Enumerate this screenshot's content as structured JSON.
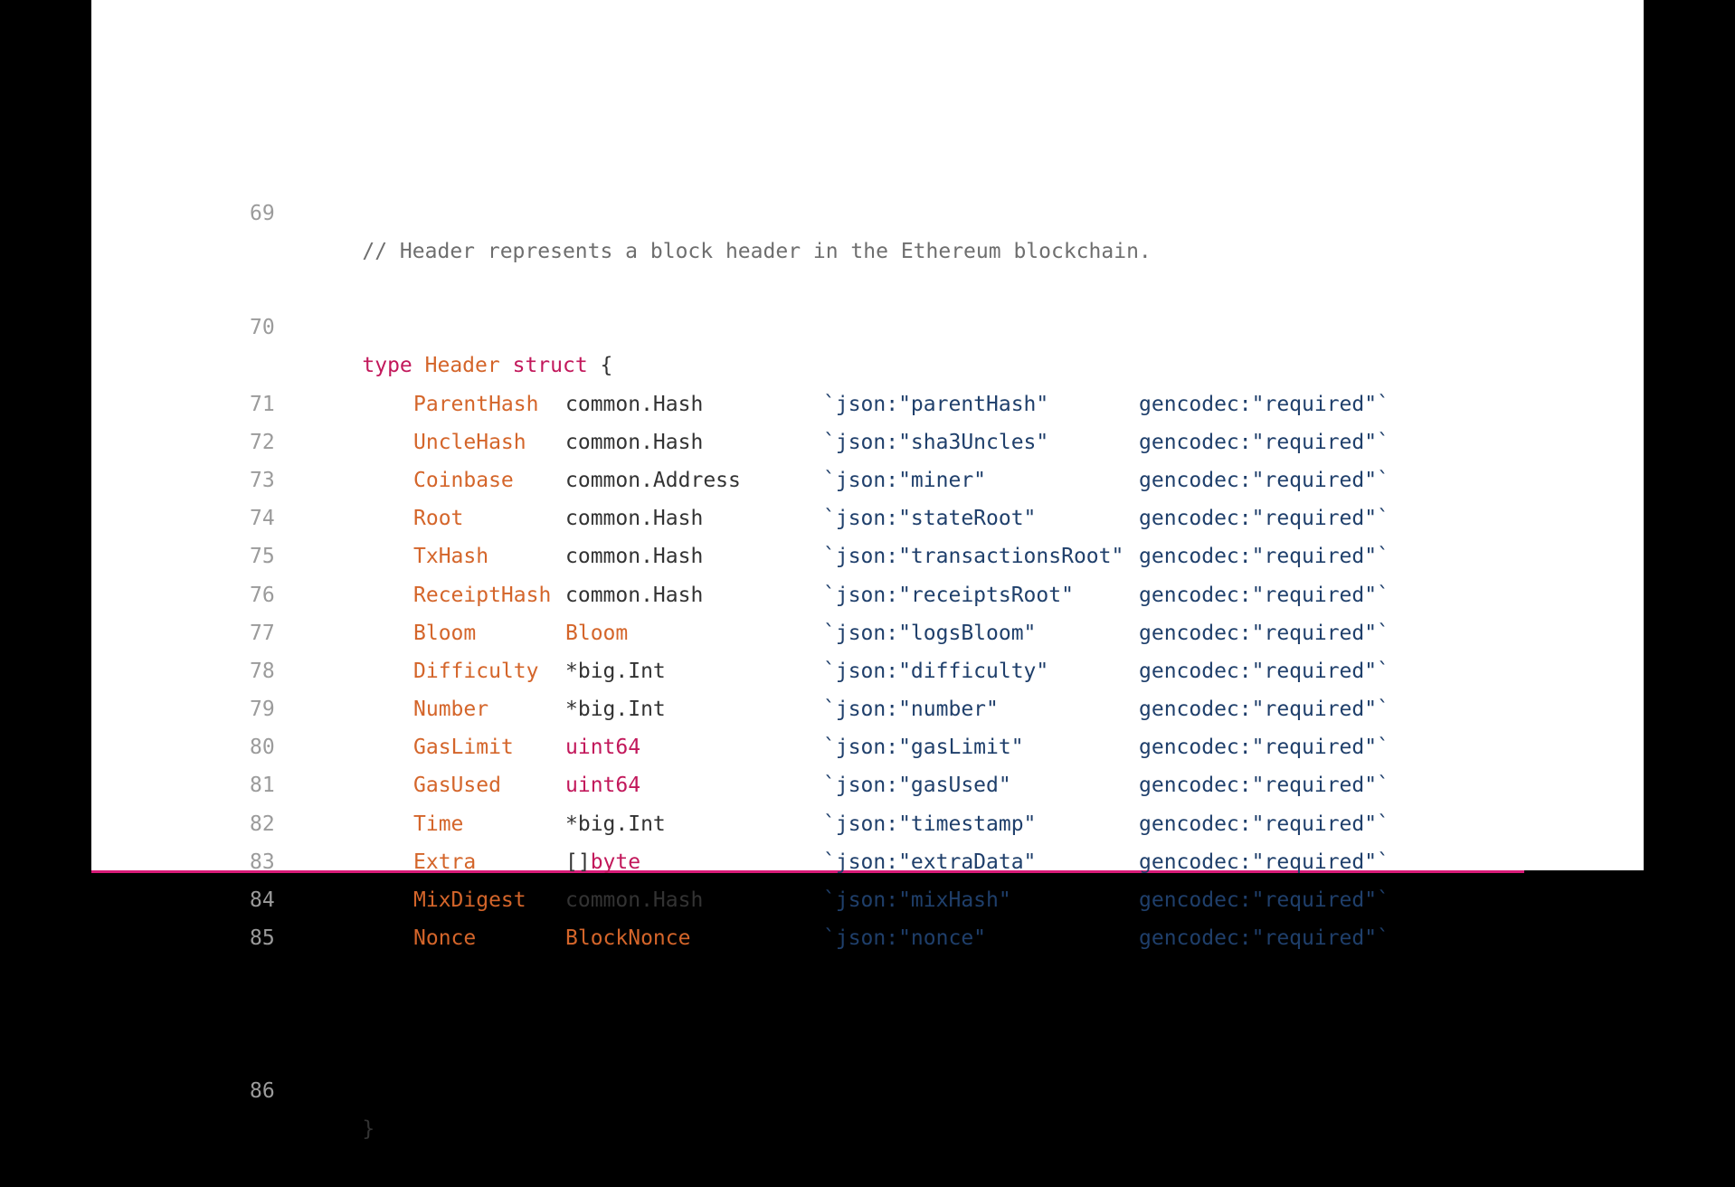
{
  "colors": {
    "background": "#ffffff",
    "frame": "#000000",
    "accent_line": "#d81b78",
    "line_number": "#9b9b9b",
    "comment": "#6e6e6e",
    "keyword": "#c2185b",
    "identifier": "#d4652a",
    "tag": "#1f3f6b",
    "text": "#333333"
  },
  "code": {
    "comment_line": {
      "number": "69",
      "text": "// Header represents a block header in the Ethereum blockchain."
    },
    "decl_line": {
      "number": "70",
      "kw_type": "type",
      "name": "Header",
      "kw_struct": "struct",
      "brace": "{"
    },
    "fields": [
      {
        "number": "71",
        "name": "ParentHash",
        "type": "common.Hash",
        "type_prefix": "",
        "type_color": "dark",
        "json": "`json:\"parentHash\"",
        "gencodec": "gencodec:\"required\"`"
      },
      {
        "number": "72",
        "name": "UncleHash",
        "type": "common.Hash",
        "type_prefix": "",
        "type_color": "dark",
        "json": "`json:\"sha3Uncles\"",
        "gencodec": "gencodec:\"required\"`"
      },
      {
        "number": "73",
        "name": "Coinbase",
        "type": "common.Address",
        "type_prefix": "",
        "type_color": "dark",
        "json": "`json:\"miner\"",
        "gencodec": "gencodec:\"required\"`"
      },
      {
        "number": "74",
        "name": "Root",
        "type": "common.Hash",
        "type_prefix": "",
        "type_color": "dark",
        "json": "`json:\"stateRoot\"",
        "gencodec": "gencodec:\"required\"`"
      },
      {
        "number": "75",
        "name": "TxHash",
        "type": "common.Hash",
        "type_prefix": "",
        "type_color": "dark",
        "json": "`json:\"transactionsRoot\"",
        "gencodec": "gencodec:\"required\"`"
      },
      {
        "number": "76",
        "name": "ReceiptHash",
        "type": "common.Hash",
        "type_prefix": "",
        "type_color": "dark",
        "json": "`json:\"receiptsRoot\"",
        "gencodec": "gencodec:\"required\"`"
      },
      {
        "number": "77",
        "name": "Bloom",
        "type": "Bloom",
        "type_prefix": "",
        "type_color": "orange",
        "json": "`json:\"logsBloom\"",
        "gencodec": "gencodec:\"required\"`"
      },
      {
        "number": "78",
        "name": "Difficulty",
        "type": "*big.Int",
        "type_prefix": "",
        "type_color": "dark",
        "json": "`json:\"difficulty\"",
        "gencodec": "gencodec:\"required\"`"
      },
      {
        "number": "79",
        "name": "Number",
        "type": "*big.Int",
        "type_prefix": "",
        "type_color": "dark",
        "json": "`json:\"number\"",
        "gencodec": "gencodec:\"required\"`"
      },
      {
        "number": "80",
        "name": "GasLimit",
        "type": "uint64",
        "type_prefix": "",
        "type_color": "pink",
        "json": "`json:\"gasLimit\"",
        "gencodec": "gencodec:\"required\"`"
      },
      {
        "number": "81",
        "name": "GasUsed",
        "type": "uint64",
        "type_prefix": "",
        "type_color": "pink",
        "json": "`json:\"gasUsed\"",
        "gencodec": "gencodec:\"required\"`"
      },
      {
        "number": "82",
        "name": "Time",
        "type": "*big.Int",
        "type_prefix": "",
        "type_color": "dark",
        "json": "`json:\"timestamp\"",
        "gencodec": "gencodec:\"required\"`"
      },
      {
        "number": "83",
        "name": "Extra",
        "type": "byte",
        "type_prefix": "[]",
        "type_color": "pink",
        "json": "`json:\"extraData\"",
        "gencodec": "gencodec:\"required\"`"
      },
      {
        "number": "84",
        "name": "MixDigest",
        "type": "common.Hash",
        "type_prefix": "",
        "type_color": "dark",
        "json": "`json:\"mixHash\"",
        "gencodec": "gencodec:\"required\"`"
      },
      {
        "number": "85",
        "name": "Nonce",
        "type": "BlockNonce",
        "type_prefix": "",
        "type_color": "orange",
        "json": "`json:\"nonce\"",
        "gencodec": "gencodec:\"required\"`"
      }
    ],
    "close_line": {
      "number": "86",
      "brace": "}"
    }
  }
}
